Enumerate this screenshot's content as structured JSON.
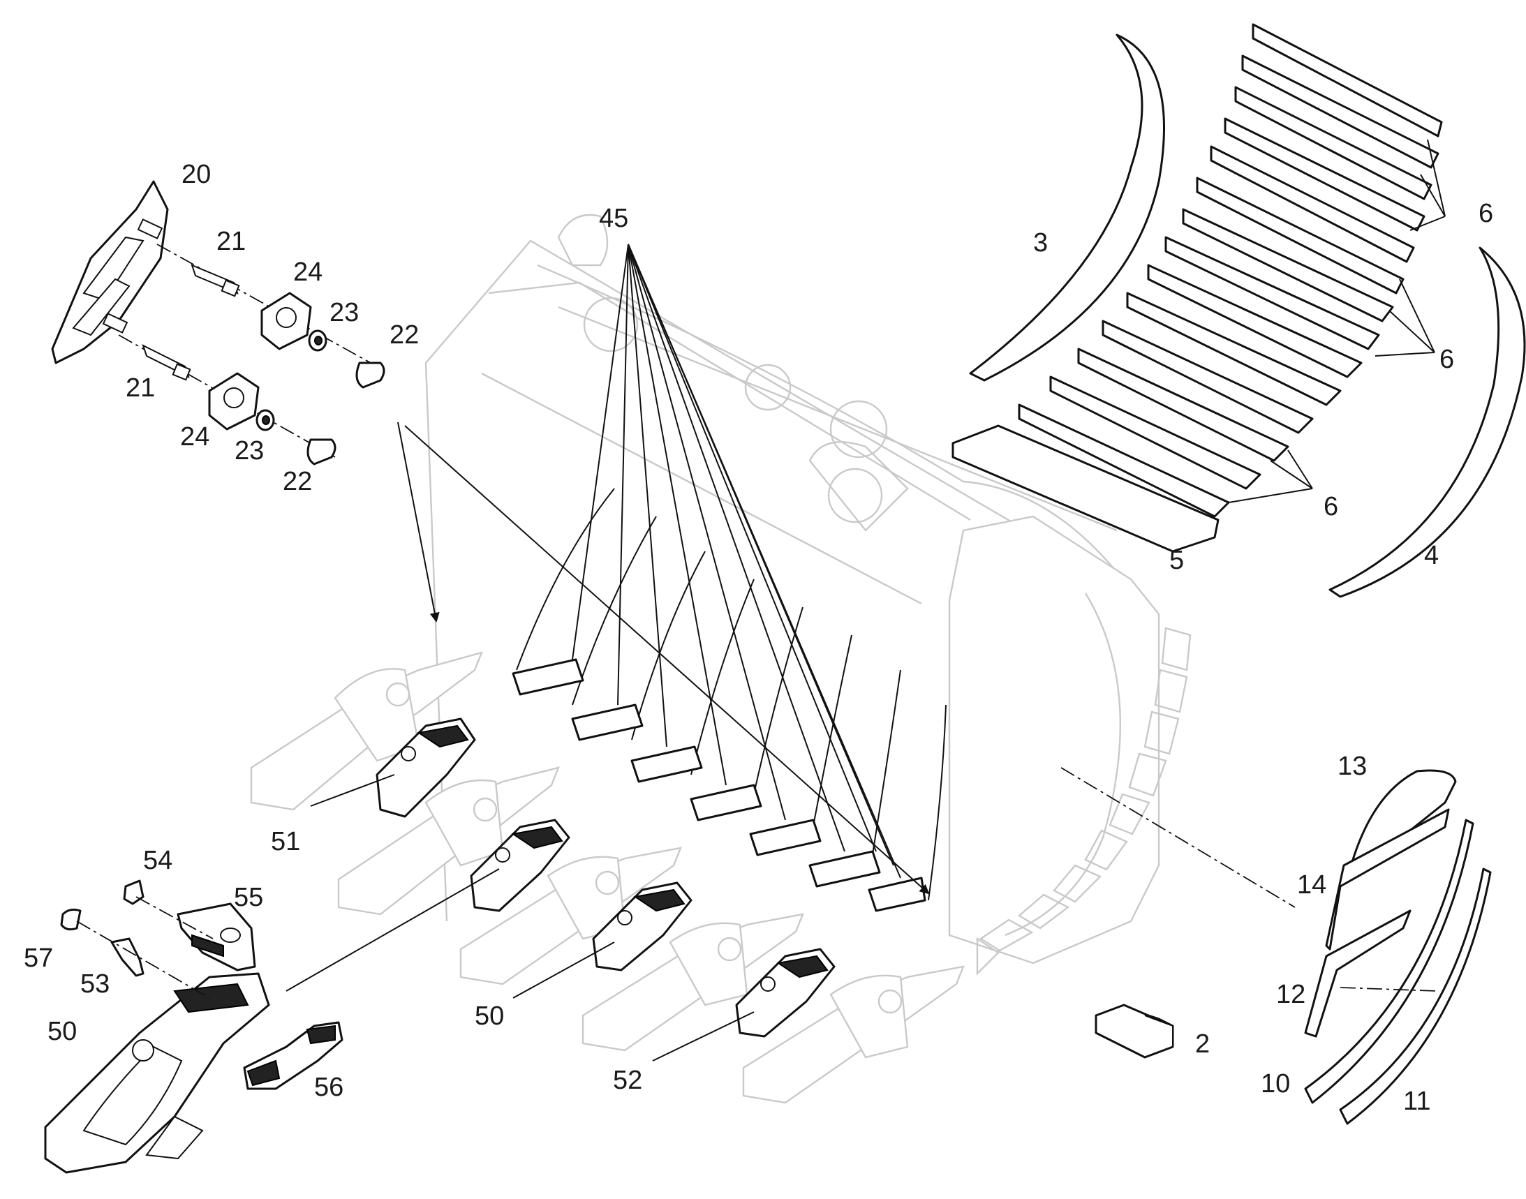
{
  "callouts": {
    "c2": "2",
    "c3": "3",
    "c4": "4",
    "c5": "5",
    "c6a": "6",
    "c6b": "6",
    "c6c": "6",
    "c10": "10",
    "c11": "11",
    "c12": "12",
    "c13": "13",
    "c14": "14",
    "c20": "20",
    "c21a": "21",
    "c21b": "21",
    "c22a": "22",
    "c22b": "22",
    "c23a": "23",
    "c23b": "23",
    "c24a": "24",
    "c24b": "24",
    "c45": "45",
    "c50a": "50",
    "c50b": "50",
    "c51": "51",
    "c52": "52",
    "c53": "53",
    "c54": "54",
    "c55": "55",
    "c56": "56",
    "c57": "57"
  }
}
